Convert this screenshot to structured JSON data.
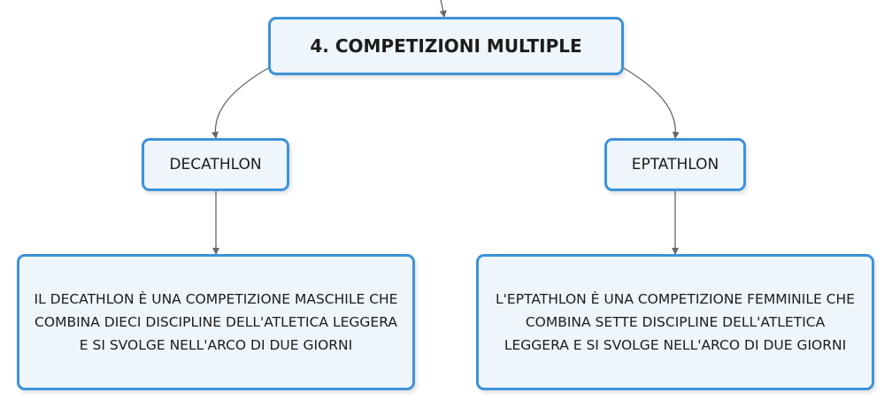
{
  "colors": {
    "node_border": "#3d92d9",
    "node_fill": "#eef6fc",
    "connector": "#666666",
    "text": "#1c1c1c"
  },
  "root": {
    "label": "4. COMPETIZIONI MULTIPLE"
  },
  "branches": [
    {
      "label": "DECATHLON",
      "description": "IL DECATHLON È UNA COMPETIZIONE MASCHILE CHE COMBINA DIECI DISCIPLINE DELL'ATLETICA LEGGERA E SI SVOLGE NELL'ARCO DI DUE GIORNI"
    },
    {
      "label": "EPTATHLON",
      "description": "L'EPTATHLON È UNA COMPETIZIONE FEMMINILE CHE COMBINA SETTE DISCIPLINE DELL'ATLETICA LEGGERA E SI SVOLGE NELL'ARCO DI DUE GIORNI"
    }
  ]
}
